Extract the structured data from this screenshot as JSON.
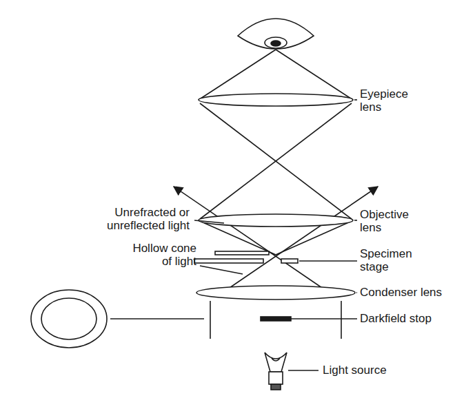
{
  "diagram": {
    "labels": [
      "Eyepiece lens",
      "Unrefracted or unreflected light",
      "Objective lens",
      "Hollow cone of light",
      "Specimen stage",
      "Condenser lens",
      "Darkfield stop",
      "Light source"
    ]
  }
}
